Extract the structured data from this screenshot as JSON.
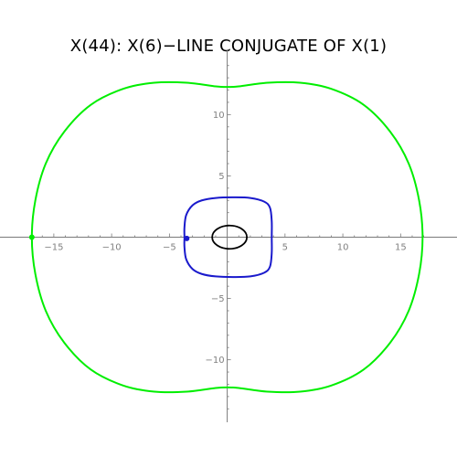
{
  "chart_data": {
    "type": "line",
    "title": "X(44): X(6)−LINE CONJUGATE OF X(1)",
    "xlabel": "",
    "ylabel": "",
    "xlim": [
      -17.6,
      17.9
    ],
    "ylim": [
      -14.5,
      14.5
    ],
    "grid": false,
    "legend": "none",
    "x_ticks": [
      -15,
      -10,
      -5,
      5,
      10,
      15
    ],
    "x_tick_labels": [
      "−15",
      "−10",
      "−5",
      "5",
      "10",
      "15"
    ],
    "y_ticks": [
      -10,
      -5,
      5,
      10
    ],
    "y_tick_labels": [
      "−10",
      "−5",
      "5",
      "10"
    ],
    "series": [
      {
        "color": "#00ee00",
        "points": [
          [
            16.9,
            0
          ],
          [
            16.6,
            3
          ],
          [
            15.7,
            6
          ],
          [
            14.1,
            8.6
          ],
          [
            11.8,
            10.8
          ],
          [
            9.0,
            12.1
          ],
          [
            6.3,
            12.6
          ],
          [
            3.5,
            12.6
          ],
          [
            1.0,
            12.3
          ],
          [
            0.0,
            12.25
          ],
          [
            -1.0,
            12.3
          ],
          [
            -3.5,
            12.6
          ],
          [
            -6.3,
            12.6
          ],
          [
            -9.0,
            12.1
          ],
          [
            -11.8,
            10.8
          ],
          [
            -14.1,
            8.6
          ],
          [
            -15.7,
            6
          ],
          [
            -16.6,
            3
          ],
          [
            -16.9,
            0
          ],
          [
            -16.6,
            -3
          ],
          [
            -15.7,
            -6
          ],
          [
            -14.1,
            -8.6
          ],
          [
            -11.8,
            -10.8
          ],
          [
            -9.0,
            -12.1
          ],
          [
            -6.3,
            -12.6
          ],
          [
            -3.5,
            -12.6
          ],
          [
            -1.0,
            -12.3
          ],
          [
            0.0,
            -12.25
          ],
          [
            1.0,
            -12.3
          ],
          [
            3.5,
            -12.6
          ],
          [
            6.3,
            -12.6
          ],
          [
            9.0,
            -12.1
          ],
          [
            11.8,
            -10.8
          ],
          [
            14.1,
            -8.6
          ],
          [
            15.7,
            -6
          ],
          [
            16.6,
            -3
          ],
          [
            16.9,
            0
          ]
        ],
        "marker": [
          -16.9,
          0
        ]
      },
      {
        "color": "#1a1acc",
        "points": [
          [
            3.85,
            0
          ],
          [
            3.85,
            1.3
          ],
          [
            3.7,
            2.4
          ],
          [
            3.2,
            2.9
          ],
          [
            2.0,
            3.2
          ],
          [
            0.5,
            3.25
          ],
          [
            -1.0,
            3.2
          ],
          [
            -2.2,
            3.0
          ],
          [
            -3.0,
            2.6
          ],
          [
            -3.55,
            1.8
          ],
          [
            -3.7,
            0.8
          ],
          [
            -3.7,
            0
          ],
          [
            -3.7,
            -0.8
          ],
          [
            -3.55,
            -1.8
          ],
          [
            -3.0,
            -2.6
          ],
          [
            -2.2,
            -3.0
          ],
          [
            -1.0,
            -3.2
          ],
          [
            0.5,
            -3.25
          ],
          [
            2.0,
            -3.2
          ],
          [
            3.2,
            -2.9
          ],
          [
            3.7,
            -2.4
          ],
          [
            3.85,
            -1.3
          ],
          [
            3.85,
            0
          ]
        ],
        "marker": [
          -3.5,
          -0.1
        ]
      },
      {
        "color": "#000000",
        "type": "ellipse",
        "center": [
          0.2,
          0.0
        ],
        "rx": 1.5,
        "ry": 0.95
      }
    ]
  }
}
